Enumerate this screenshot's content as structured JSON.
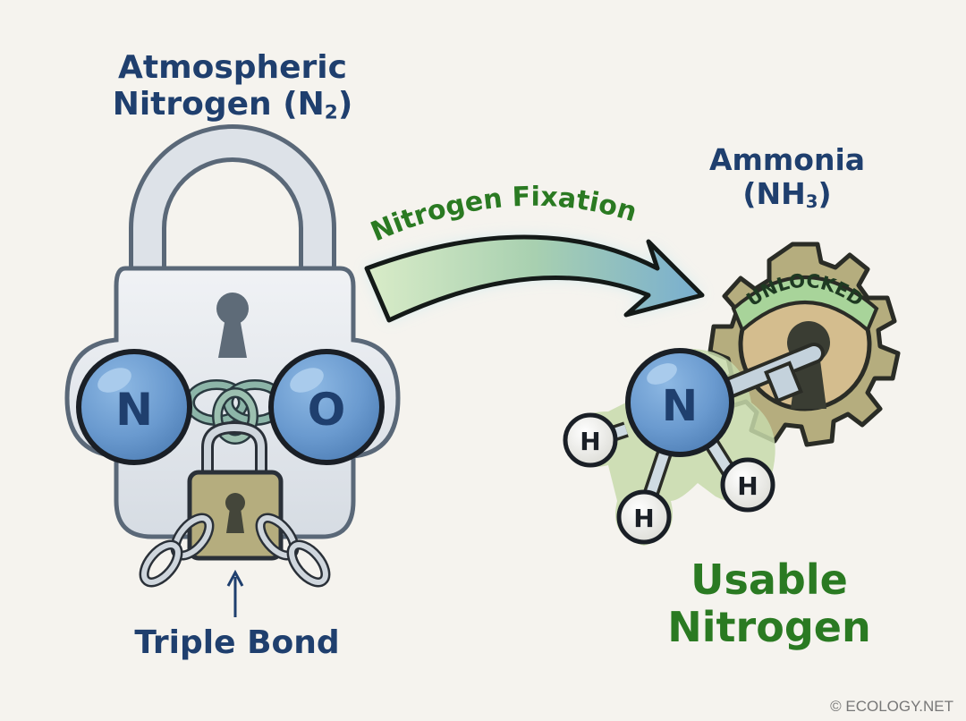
{
  "left": {
    "title_line1": "Atmospheric",
    "title_line2": "Nitrogen (N",
    "title_sub": "2",
    "title_close": ")",
    "atom_left": "N",
    "atom_right": "O",
    "bond_label": "Triple Bond"
  },
  "arrow": {
    "label": "Nitrogen Fixation"
  },
  "right": {
    "title_line1": "Ammonia",
    "title_line2": "(NH",
    "title_sub": "3",
    "title_close": ")",
    "banner": "UNLOCKED",
    "central_atom": "N",
    "hydrogens": [
      "H",
      "H",
      "H"
    ],
    "result_line1": "Usable",
    "result_line2": "Nitrogen"
  },
  "footer": {
    "credit": "© ECOLOGY.NET"
  },
  "colors": {
    "background": "#f5f3ee",
    "title_blue": "#1f3f6e",
    "accent_green": "#2a7a22",
    "atom_blue": "#6b9bd0",
    "lock_silver": "#dfe4ea",
    "brass": "#b5ad7e"
  }
}
